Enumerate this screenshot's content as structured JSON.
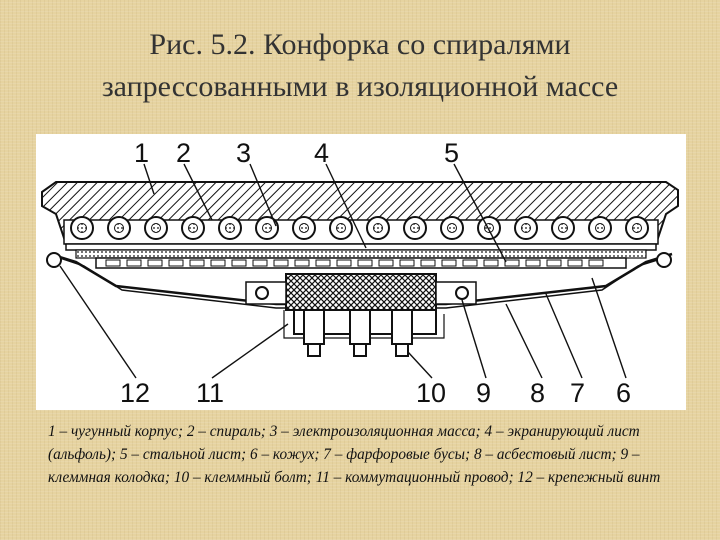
{
  "title": {
    "line1": "Рис. 5.2. Конфорка со спиралями",
    "line2": "запрессованными в изоляционной массе"
  },
  "figure": {
    "labels_top": [
      "1",
      "2",
      "3",
      "4",
      "5"
    ],
    "labels_bottom": [
      "12",
      "11",
      "10",
      "9",
      "8",
      "7",
      "6"
    ]
  },
  "caption": "1 – чугунный корпус; 2 – спираль; 3 – электроизоляционная масса; 4 – экранирующий лист (альфоль); 5 – стальной лист; 6 – кожух; 7 – фарфоровые бусы; 8 – асбестовый лист; 9 – клеммная колодка; 10 – клеммный болт; 11 – коммутационный провод; 12 – крепежный винт"
}
